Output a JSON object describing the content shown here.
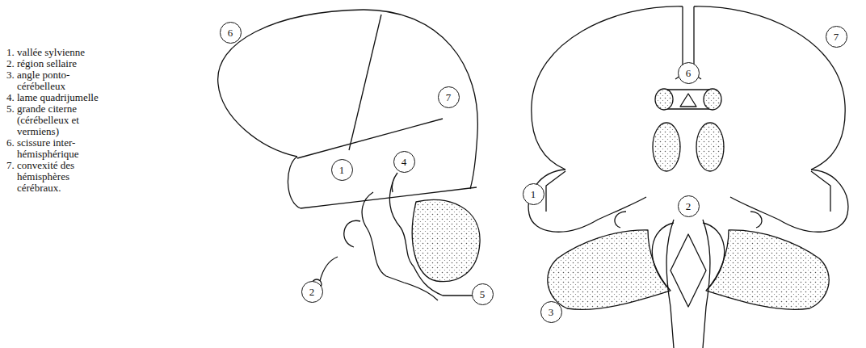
{
  "diagram": {
    "nodes": [
      {
        "text": [
          "6"
        ]
      },
      {
        "text": [
          "7"
        ]
      },
      {
        "text": [
          "1"
        ]
      },
      {
        "text": [
          "4"
        ]
      },
      {
        "text": [
          "2"
        ]
      },
      {
        "text": [
          "5"
        ]
      },
      {
        "text": [
          "6"
        ]
      },
      {
        "text": [
          "7"
        ]
      },
      {
        "text": [
          "1"
        ]
      },
      {
        "text": [
          "2"
        ]
      },
      {
        "text": [
          "3"
        ]
      }
    ],
    "labels": [
      "1. vallée sylvienne",
      "2. région sellaire",
      "3. angle ponto-cérébelleux",
      "4. lame quadrijumelle",
      "5. grande citerne (cérébelleux et vermiens)",
      "6. scissure inter-hémisphérique",
      "7. convexité des hémisphères cérébraux."
    ]
  }
}
